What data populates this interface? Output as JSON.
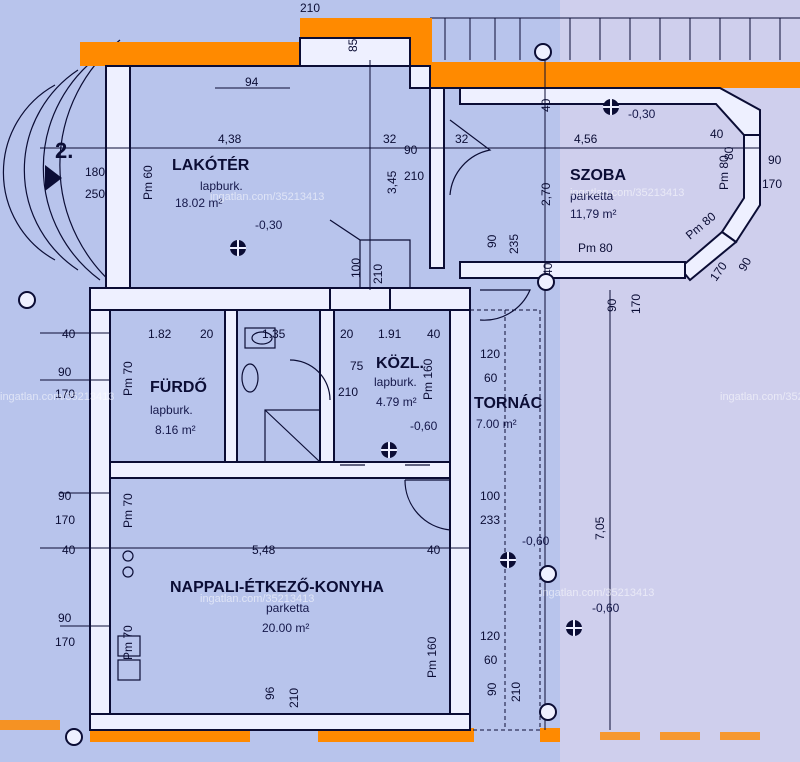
{
  "colors": {
    "paper": "#b8c4ec",
    "wall": "#eef0ff",
    "ink": "#0b0d35",
    "highlight": "#ff8a00"
  },
  "level_marker": "2.",
  "watermark": "ingatlan.com/35213413",
  "rooms": {
    "lakoter": {
      "name": "LAKÓTÉR",
      "floor": "lapburk.",
      "area": "18.02 m²",
      "level": "-0,30"
    },
    "szoba": {
      "name": "SZOBA",
      "floor": "parketta",
      "area": "11,79 m²",
      "level": "-0,30"
    },
    "furdo": {
      "name": "FÜRDŐ",
      "floor": "lapburk.",
      "area": "8.16 m²"
    },
    "kozl": {
      "name": "KÖZL.",
      "floor": "lapburk.",
      "area": "4.79 m²",
      "level": "-0,60"
    },
    "tornac": {
      "name": "TORNÁC",
      "area": "7.00 m²"
    },
    "nappali": {
      "name": "NAPPALI-ÉTKEZŐ-KONYHA",
      "floor": "parketta",
      "area": "20.00 m²"
    },
    "outside": {
      "level_a": "-0,60",
      "level_b": "-0,60"
    }
  },
  "dimensions": {
    "d94": "94",
    "d85": "85",
    "d438": "4,38",
    "d32a": "32",
    "d32b": "32",
    "d456": "4,56",
    "d40a": "40",
    "d40b": "40",
    "d80a": "80",
    "d90a": "90",
    "d170a": "170",
    "d180": "180",
    "d250": "250",
    "pm60": "Pm 60",
    "d90b": "90",
    "d210a": "210",
    "d345": "3,45",
    "d270": "2,70",
    "pm80a": "Pm 80",
    "pm80b": "Pm 80",
    "pm80c": "Pm 80",
    "d100": "100",
    "d210b": "210",
    "d90c": "90",
    "d235": "235",
    "d40c": "40",
    "d170b": "170",
    "d90d": "90",
    "d90e": "90",
    "d170c": "170",
    "d40d": "40",
    "d182": "1.82",
    "d20a": "20",
    "d135": "1.35",
    "d20b": "20",
    "d191": "1.91",
    "d40e": "40",
    "d90f": "90",
    "d170d": "170",
    "pm70a": "Pm 70",
    "d75": "75",
    "d210c": "210",
    "pm160a": "Pm 160",
    "d120a": "120",
    "d60a": "60",
    "d90g": "90",
    "d170e": "170",
    "pm70b": "Pm 70",
    "d100b": "100",
    "d233": "233",
    "d40f": "40",
    "d548": "5,48",
    "d40g": "40",
    "d90h": "90",
    "d170f": "170",
    "pm70c": "Pm 70",
    "pm160b": "Pm 160",
    "d120b": "120",
    "d60b": "60",
    "d90i": "90",
    "d210d": "210",
    "d705": "7,05",
    "d96": "96",
    "d210e": "210",
    "d210top": "210"
  }
}
